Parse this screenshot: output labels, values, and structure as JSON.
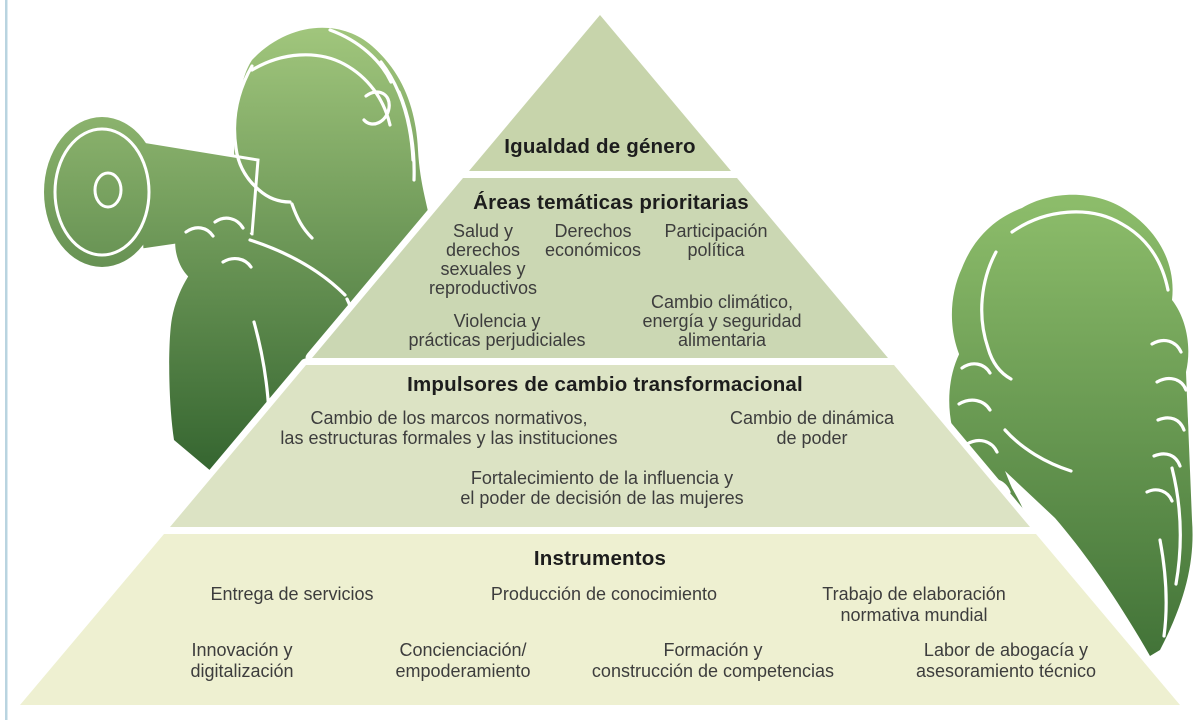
{
  "page": {
    "background_color": "#ffffff",
    "left_edge_line_color": "#b9d4e0"
  },
  "pyramid": {
    "levels": [
      {
        "id": "top",
        "header": "Igualdad de género",
        "color": "#c7d4ab",
        "items": []
      },
      {
        "id": "areas",
        "header": "Áreas temáticas prioritarias",
        "color": "#cbd7b3",
        "items": [
          "Salud y\nderechos\nsexuales y\nreproductivos",
          "Derechos\neconómicos",
          "Participación\npolítica",
          "Violencia y\nprácticas perjudiciales",
          "Cambio climático,\nenergía y seguridad\nalimentaria"
        ]
      },
      {
        "id": "drivers",
        "header": "Impulsores de cambio transformacional",
        "color": "#dce3c4",
        "items": [
          "Cambio de los marcos normativos,\nlas estructuras formales y las instituciones",
          "Cambio de dinámica\nde poder",
          "Fortalecimiento de la influencia y\nel poder de decisión de las mujeres"
        ]
      },
      {
        "id": "instruments",
        "header": "Instrumentos",
        "color": "#eef0d1",
        "items": [
          "Entrega de servicios",
          "Producción de conocimiento",
          "Trabajo de elaboración\nnormativa mundial",
          "Innovación y\ndigitalización",
          "Concienciación/\nempoderamiento",
          "Formación y\nconstrucción de competencias",
          "Labor de abogacía y\nasesoramiento técnico"
        ]
      }
    ],
    "figures": {
      "left": "woman-speaking-through-megaphone",
      "right": "girl-with-braids",
      "light_green": "#a3c87e",
      "dark_green": "#2e5f2b",
      "girl_light_green": "#8fbf6c",
      "girl_dark_green": "#3b6c33",
      "outline_color": "#ffffff"
    }
  }
}
